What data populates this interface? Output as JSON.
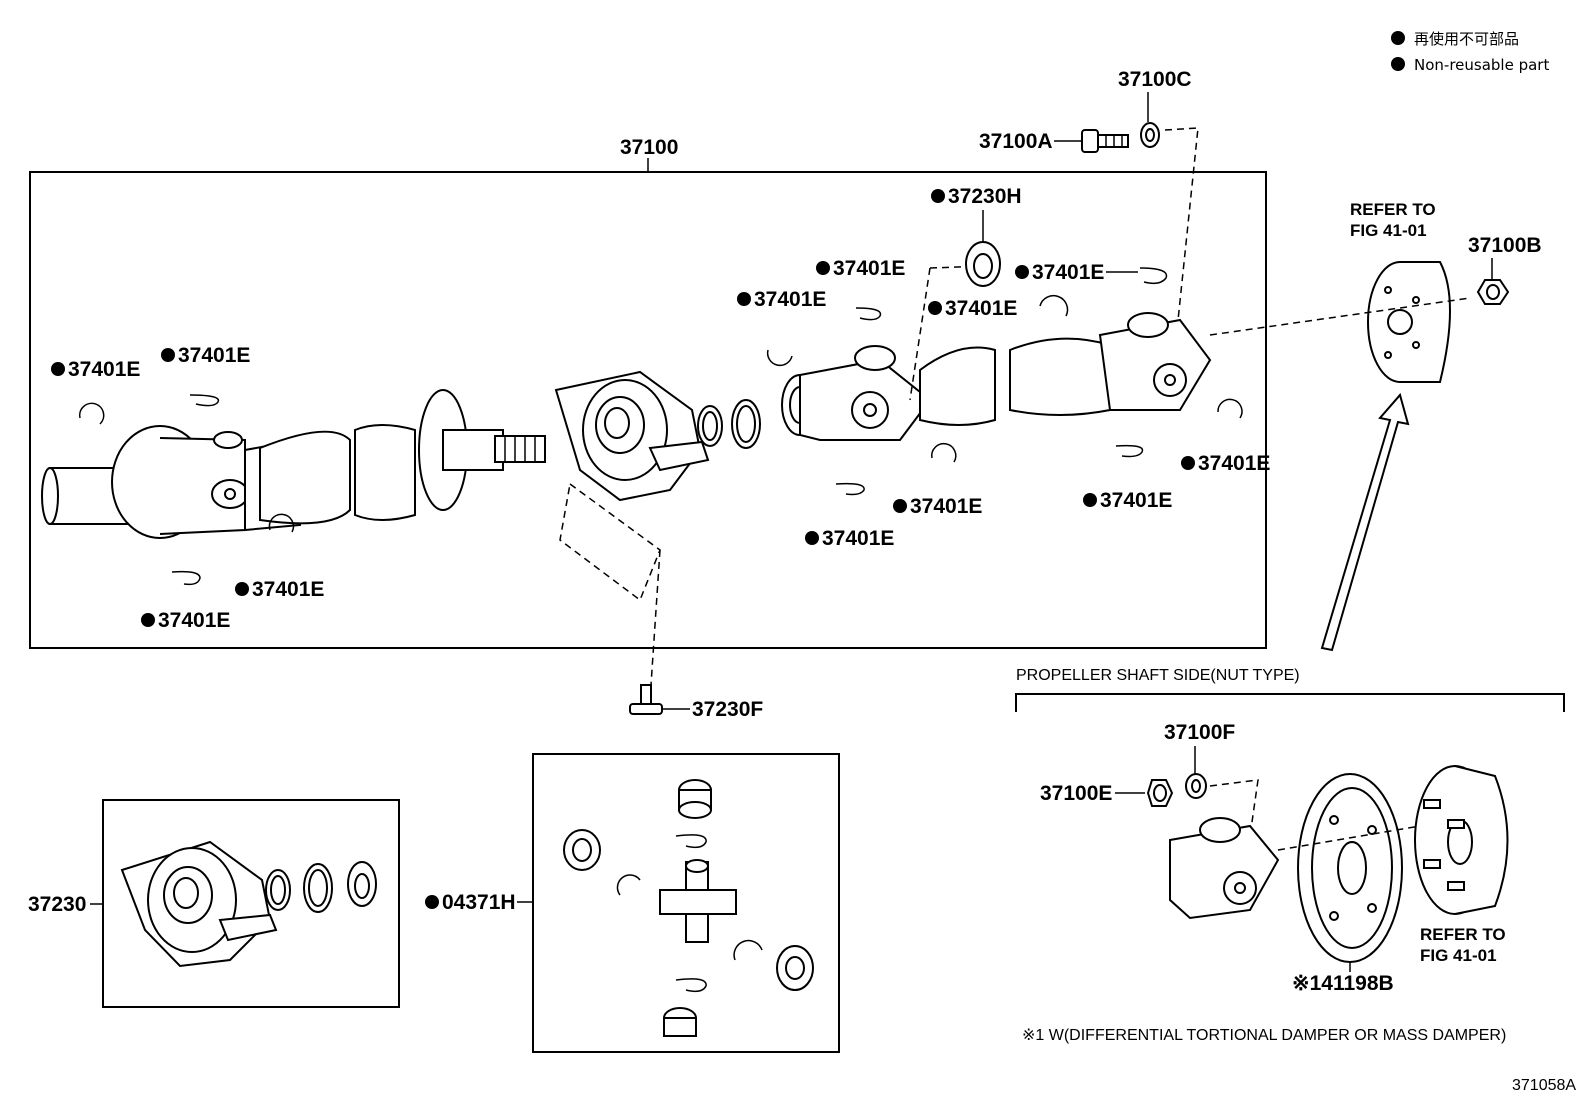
{
  "legend": {
    "jp": "再使用不可部品",
    "en": "Non-reusable part"
  },
  "labels": {
    "assembly": "37100",
    "bolt": "37100A",
    "washer_c": "37100C",
    "nut_b": "37100B",
    "refer_top_1": "REFER TO",
    "refer_top_2": "FIG 41-01",
    "cushion": "37230H",
    "snap_ring": "37401E",
    "bolt_f": "37230F",
    "bearing": "37230",
    "spider": "04371H",
    "nut_section_title": "PROPELLER SHAFT SIDE(NUT TYPE)",
    "washer_f": "37100F",
    "nut_e": "37100E",
    "refer_bottom_1": "REFER TO",
    "refer_bottom_2": "FIG 41-01",
    "damper": "※141198B",
    "footnote": "※1 W(DIFFERENTIAL TORTIONAL DAMPER OR MASS DAMPER)",
    "figure_id": "371058A"
  }
}
